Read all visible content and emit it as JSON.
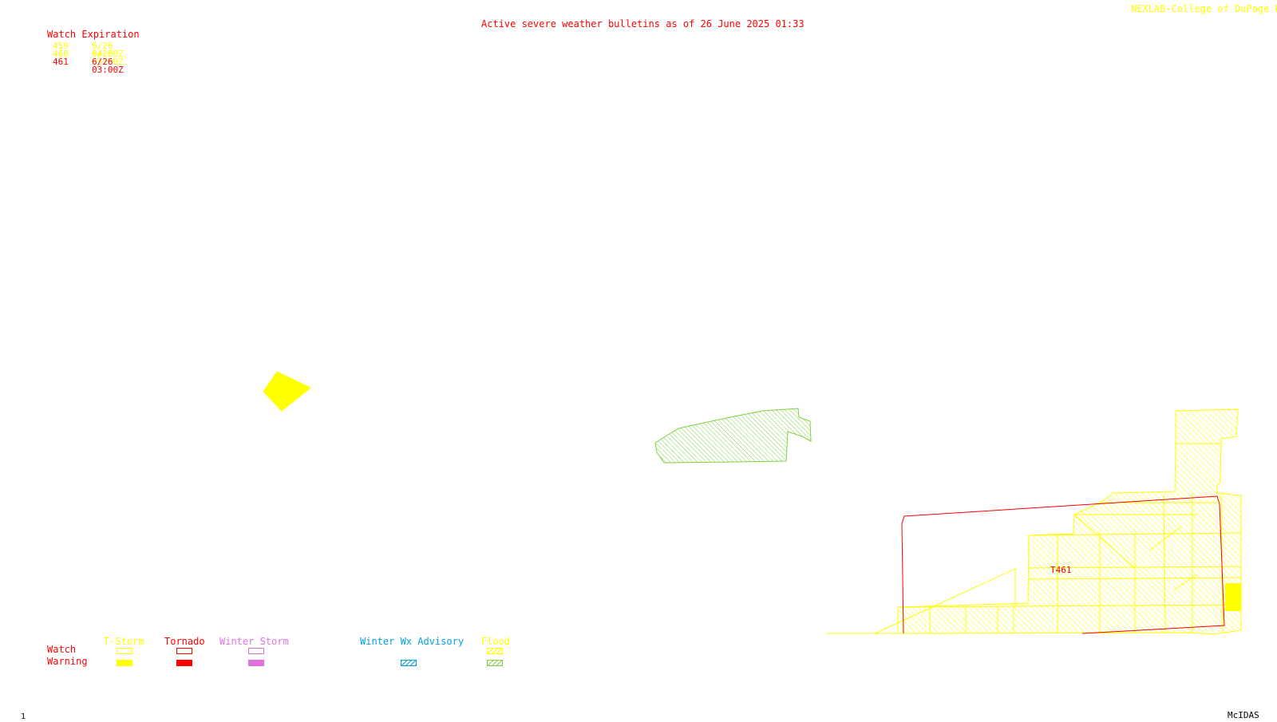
{
  "header": {
    "title": "Active severe weather bulletins as of 26 June 2025 01:33",
    "credit": "NEXLAB-College of DuPage R"
  },
  "watch_expiration": {
    "heading": "Watch Expiration",
    "rows": [
      {
        "id": "459",
        "time": "6/26 04:00Z",
        "color": "#ffff00"
      },
      {
        "id": "460",
        "time": "6/26 03:00Z",
        "color": "#ffff00"
      },
      {
        "id": "461",
        "time": "6/26 03:00Z",
        "color": "#ff0000"
      }
    ]
  },
  "map": {
    "watch_label": "T461",
    "colors": {
      "tstorm": "#ffff00",
      "tornado": "#ff0000",
      "winter_storm": "#e070e0",
      "winter_wx_advisory": "#00a0e0",
      "flood": "#80d040"
    }
  },
  "legend": {
    "row_watch": "Watch",
    "row_warning": "Warning",
    "columns": [
      "T-Storm",
      "Tornado",
      "Winter Storm",
      "Winter Wx Advisory",
      "Flood"
    ]
  },
  "footer": {
    "frame_number": "1",
    "software": "McIDAS"
  }
}
